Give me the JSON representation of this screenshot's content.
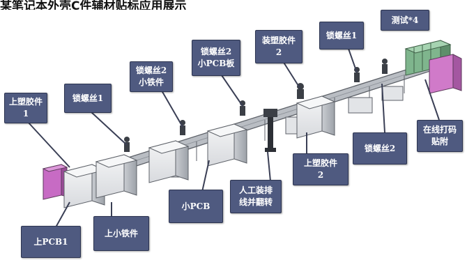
{
  "title": "某笔记本外壳C件辅材贴标应用展示",
  "labels": {
    "top_rubber_1": "上塑胶件\n1",
    "screw_1_left": "锁螺丝1",
    "screw_2_small_iron": "锁螺丝2\n小铁件",
    "screw_2_small_pcb_board": "锁螺丝2\n小PCB板",
    "assemble_rubber_2_top": "装塑胶件\n2",
    "screw_1_right": "锁螺丝1",
    "test_x4": "测试*4",
    "online_print_label": "在线打码\n贴附",
    "screw_2_right": "锁螺丝2",
    "top_rubber_2": "上塑胶件\n2",
    "manual_arrange_flip": "人工装排\n线并翻转",
    "small_pcb": "小PCB",
    "top_small_iron": "上小铁件",
    "top_pcb1": "上PCB1"
  },
  "colors": {
    "callout_fill": "#4f5a80",
    "callout_border": "#2c3450",
    "callout_text": "#ffffff",
    "machine_body": "#e9eaec",
    "machine_frame": "#5d6168",
    "rail": "#8a8f96",
    "end_unit": "#c76bc4",
    "test_rack": "#7fb58d"
  }
}
